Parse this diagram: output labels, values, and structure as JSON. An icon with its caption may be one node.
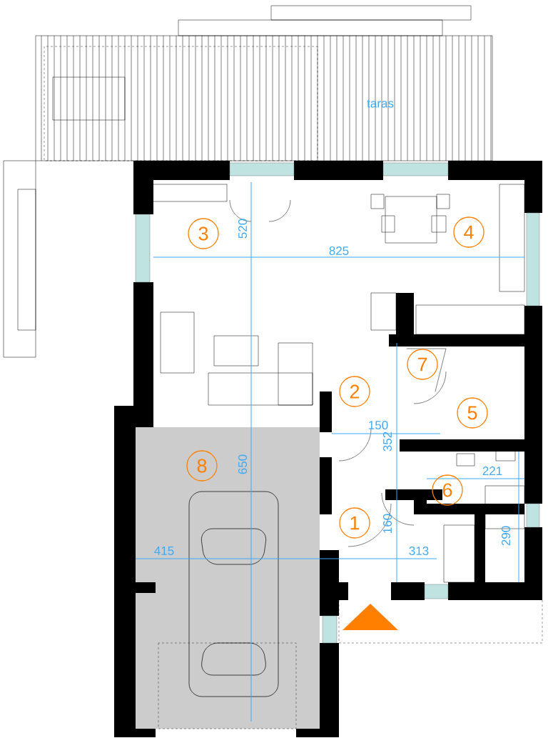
{
  "diagram": {
    "nodes": [
      {
        "text": [
          "3"
        ]
      },
      {
        "text": [
          "4"
        ]
      },
      {
        "text": [
          "7"
        ]
      },
      {
        "text": [
          "2"
        ]
      },
      {
        "text": [
          "5"
        ]
      },
      {
        "text": [
          "8"
        ]
      },
      {
        "text": [
          "6"
        ]
      },
      {
        "text": [
          "1"
        ]
      }
    ],
    "labels": [
      "taras",
      "520",
      "825",
      "150",
      "352",
      "650",
      "221",
      "160",
      "415",
      "313",
      "290"
    ]
  }
}
